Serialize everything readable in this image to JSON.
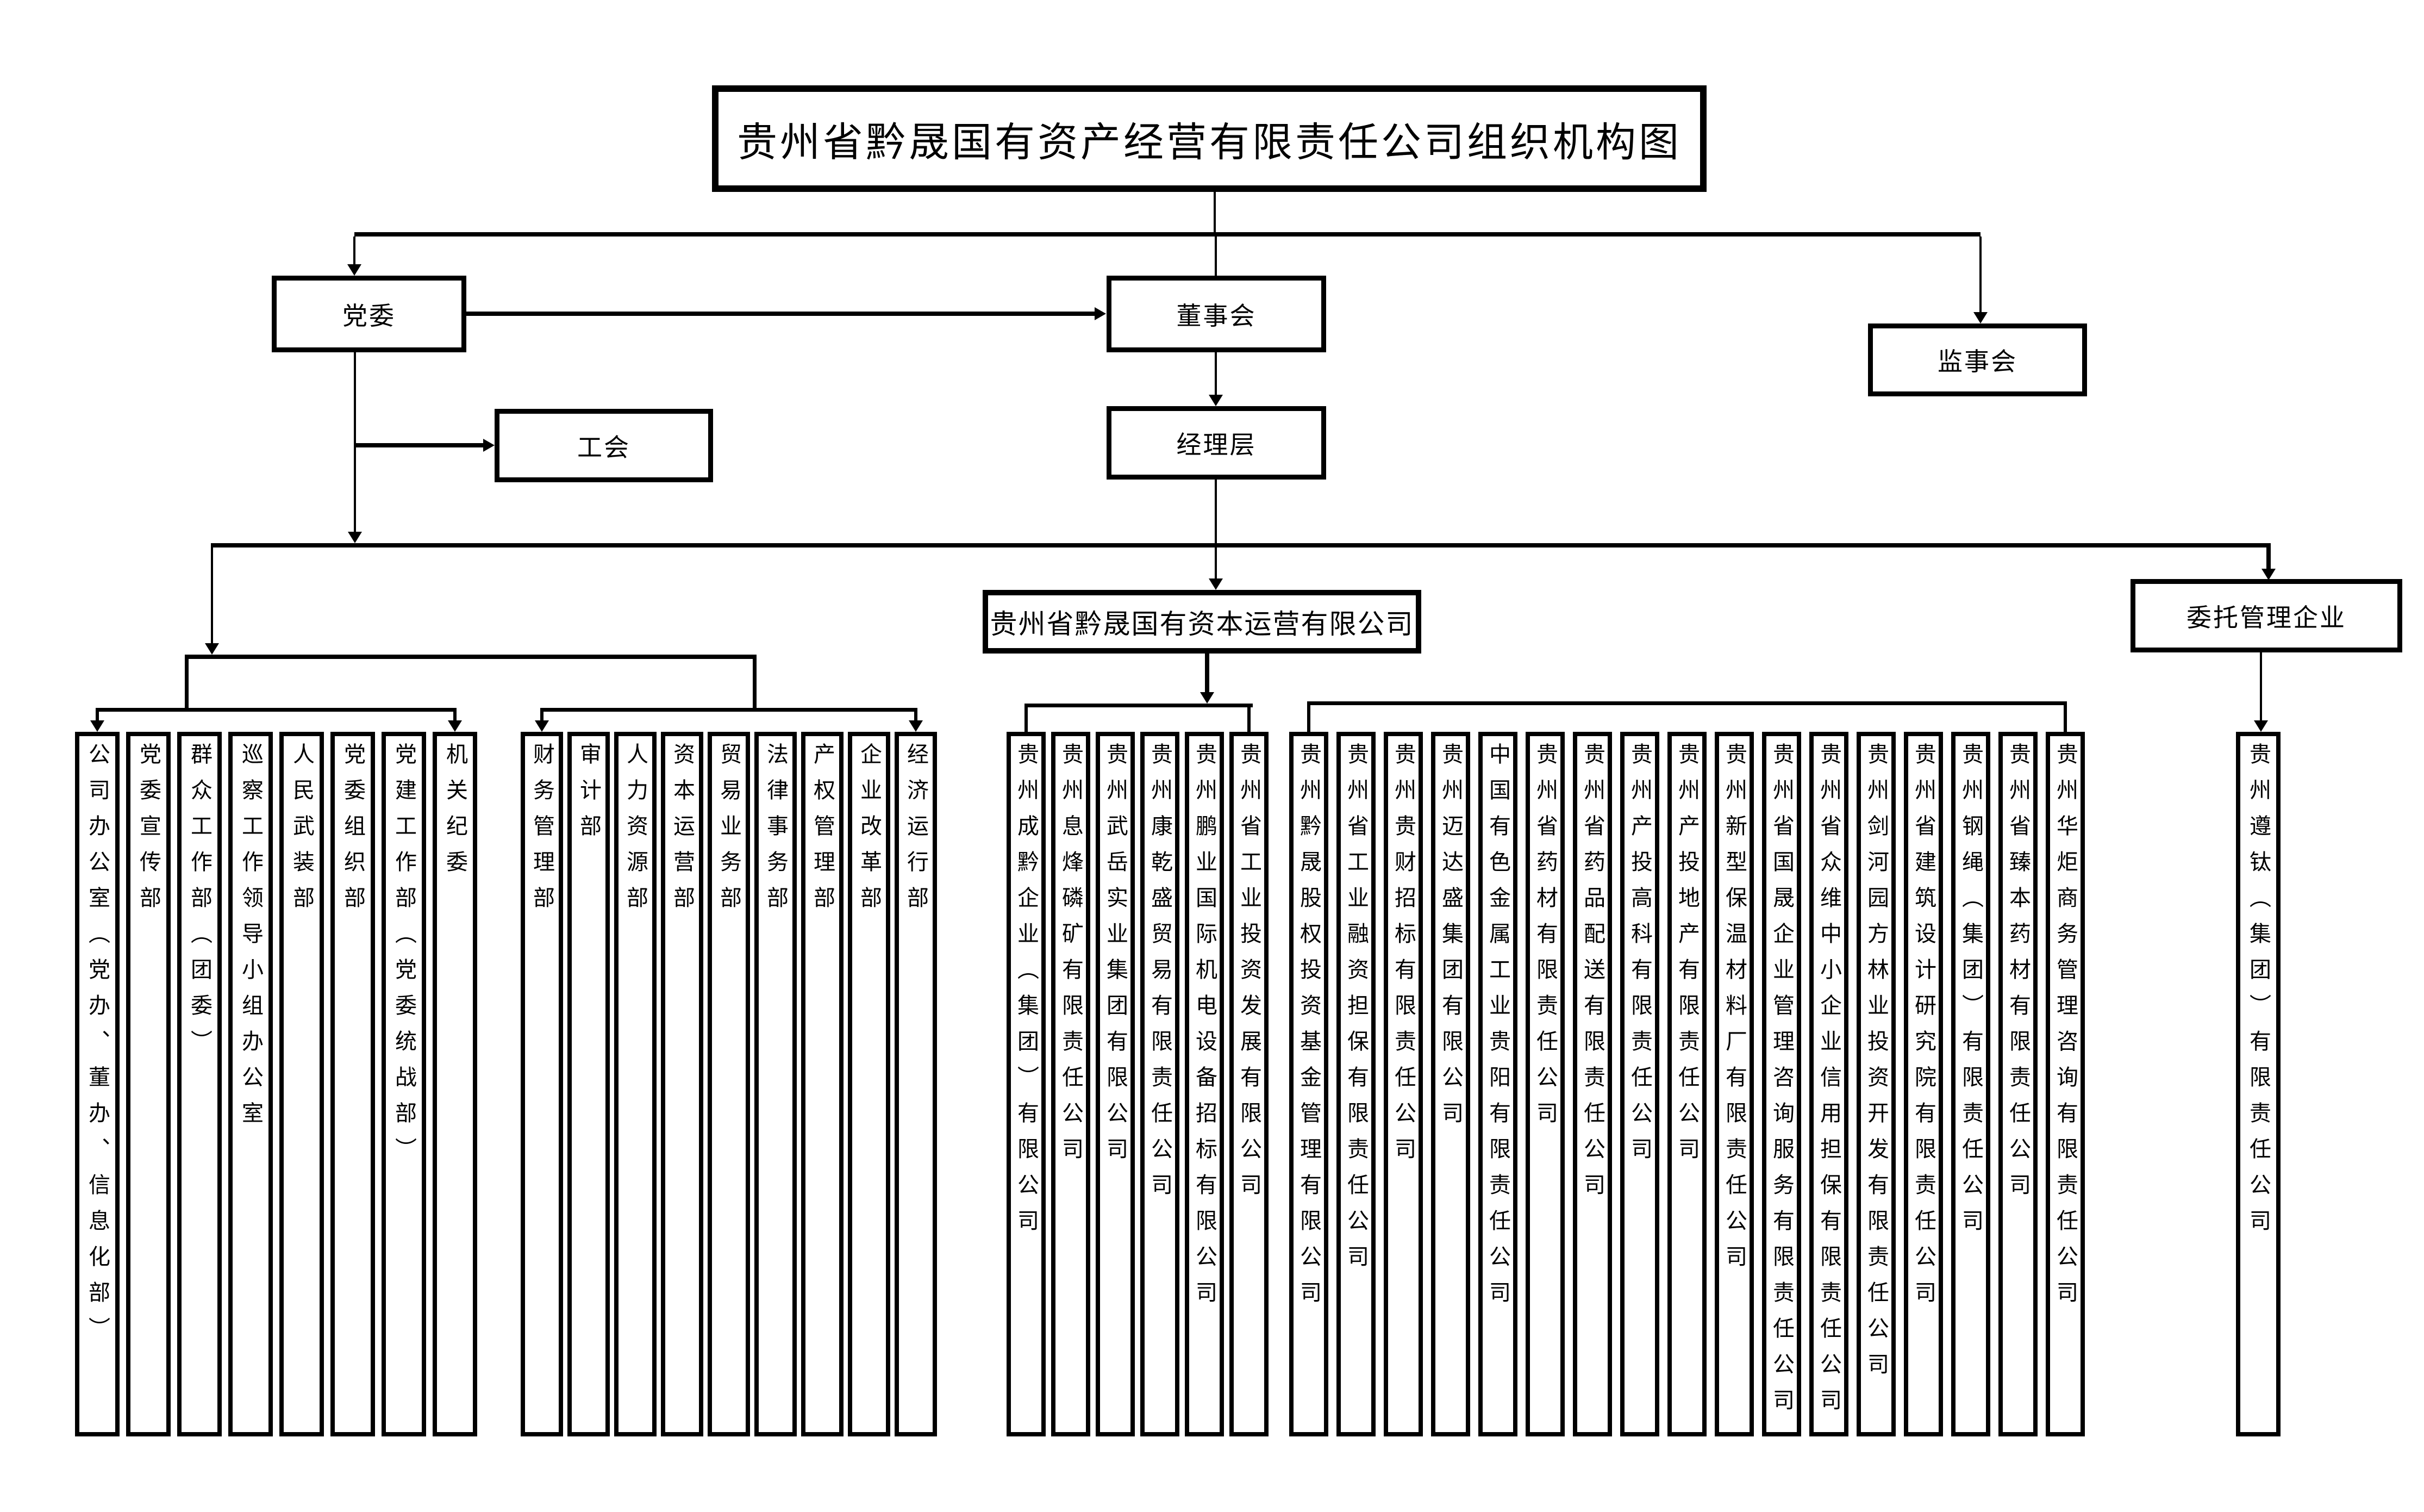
{
  "title": "贵州省黔晟国有资产经营有限责任公司组织机构图",
  "nodes": {
    "party_committee": "党委",
    "board_of_directors": "董事会",
    "supervisory_board": "监事会",
    "labor_union": "工会",
    "management_team": "经理层",
    "capital_operation_company": "贵州省黔晟国有资本运营有限公司",
    "entrusted_management": "委托管理企业"
  },
  "groups": {
    "party_departments": [
      "公司办公室（党办、董办、信息化部）",
      "党委宣传部",
      "群众工作部（团委）",
      "巡察工作领导小组办公室",
      "人民武装部",
      "党委组织部",
      "党建工作部（党委统战部）",
      "机关纪委"
    ],
    "functional_departments": [
      "财务管理部",
      "审计部",
      "人力资源部",
      "资本运营部",
      "贸易业务部",
      "法律事务部",
      "产权管理部",
      "企业改革部",
      "经济运行部"
    ],
    "capital_operation_subsidiaries_a": [
      "贵州成黔企业（集团）有限公司",
      "贵州息烽磷矿有限责任公司",
      "贵州武岳实业集团有限公司",
      "贵州康乾盛贸易有限责任公司",
      "贵州鹏业国际机电设备招标有限公司",
      "贵州省工业投资发展有限公司"
    ],
    "capital_operation_subsidiaries_b": [
      "贵州黔晟股权投资基金管理有限公司",
      "贵州省工业融资担保有限责任公司",
      "贵州贵财招标有限责任公司",
      "贵州迈达盛集团有限公司",
      "中国有色金属工业贵阳有限责任公司",
      "贵州省药材有限责任公司",
      "贵州省药品配送有限责任公司",
      "贵州产投高科有限责任公司",
      "贵州产投地产有限责任公司",
      "贵州新型保温材料厂有限责任公司",
      "贵州省国晟企业管理咨询服务有限责任公司",
      "贵州省众维中小企业信用担保有限责任公司",
      "贵州剑河园方林业投资开发有限责任公司",
      "贵州省建筑设计研究院有限责任公司",
      "贵州钢绳（集团）有限责任公司",
      "贵州省臻本药材有限责任公司",
      "贵州华炬商务管理咨询有限责任公司"
    ],
    "entrusted_companies": [
      "贵州遵钛（集团）有限责任公司"
    ]
  },
  "colors": {
    "line": "#000000",
    "background": "#ffffff"
  }
}
